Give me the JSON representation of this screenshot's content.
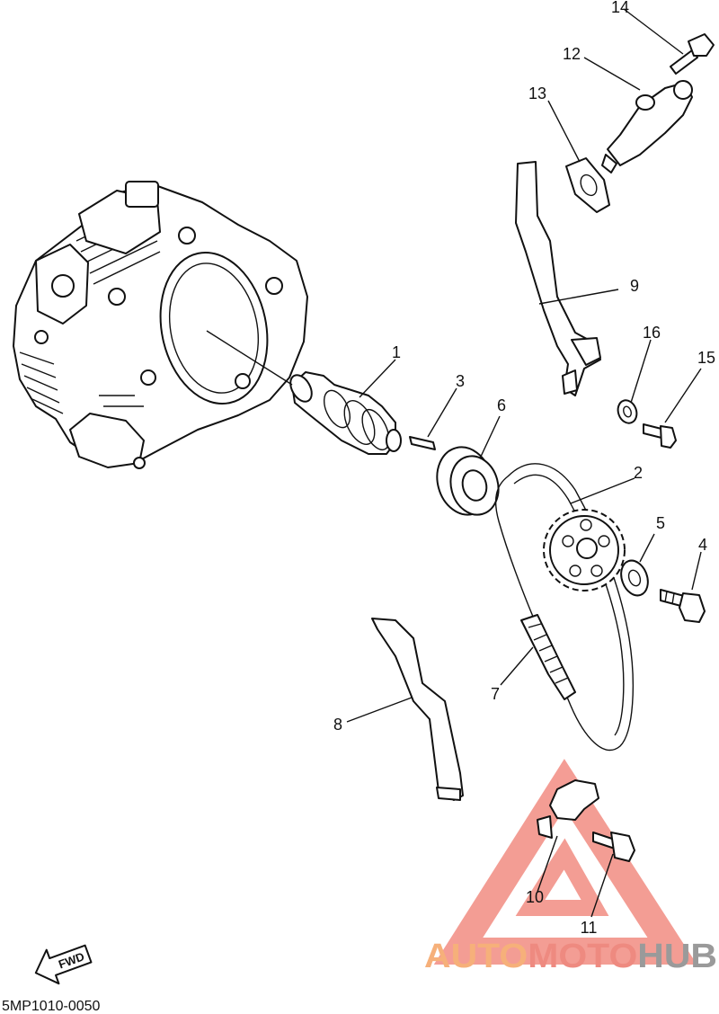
{
  "diagram": {
    "code": "5MP1010-0050",
    "direction_label": "FWD",
    "callouts": [
      "1",
      "2",
      "3",
      "4",
      "5",
      "6",
      "7",
      "8",
      "9",
      "10",
      "11",
      "12",
      "13",
      "14",
      "15",
      "16"
    ]
  },
  "watermark": {
    "part1": "AUTO",
    "part2": "MOTO",
    "part3": "HUB",
    "color_triangle": "#f28c82",
    "color_auto": "#f6b07a",
    "color_hub": "#9a9a9a"
  }
}
